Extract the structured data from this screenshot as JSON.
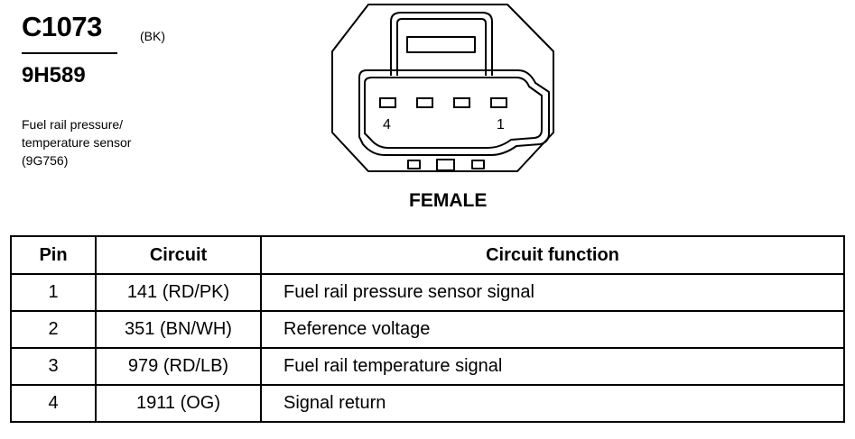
{
  "header": {
    "connector_id": "C1073",
    "connector_color": "(BK)",
    "part_number": "9H589",
    "description_lines": [
      "Fuel rail pressure/",
      "temperature sensor",
      "(9G756)"
    ]
  },
  "diagram": {
    "pin_left_label": "4",
    "pin_right_label": "1",
    "gender": "FEMALE"
  },
  "table": {
    "headers": {
      "pin": "Pin",
      "circuit": "Circuit",
      "function": "Circuit function"
    },
    "rows": [
      {
        "pin": "1",
        "circuit": "141 (RD/PK)",
        "function": "Fuel rail pressure sensor signal"
      },
      {
        "pin": "2",
        "circuit": "351 (BN/WH)",
        "function": "Reference voltage"
      },
      {
        "pin": "3",
        "circuit": "979 (RD/LB)",
        "function": "Fuel rail temperature signal"
      },
      {
        "pin": "4",
        "circuit": "1911 (OG)",
        "function": "Signal return"
      }
    ]
  }
}
